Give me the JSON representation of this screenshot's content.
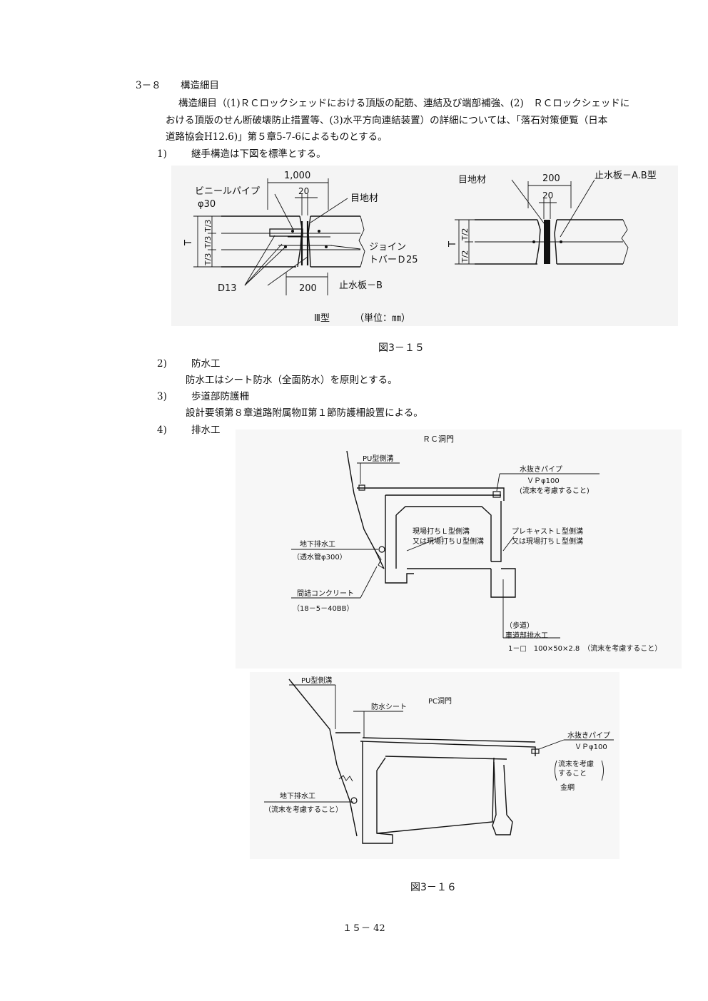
{
  "section": {
    "number": "3－８",
    "title": "構造細目",
    "intro": [
      "構造細目（(1)ＲＣロックシェッドにおける頂版の配筋、連結及び端部補強、(2)　ＲＣロックシェッドに",
      "おける頂版のせん断破壊防止措置等、(3)水平方向連結装置）の詳細については、「落石対策便覧（日本",
      "道路協会H12.6)」第５章5-7-6によるものとする。"
    ]
  },
  "items": [
    {
      "num": "1)",
      "title": "継手構造は下図を標準とする。",
      "body": ""
    },
    {
      "num": "2)",
      "title": "防水工",
      "body": "防水工はシート防水（全面防水）を原則とする。"
    },
    {
      "num": "3)",
      "title": "歩道部防護柵",
      "body": "設計要領第８章道路附属物Ⅱ第１節防護柵設置による。"
    },
    {
      "num": "4)",
      "title": "排水工",
      "body": ""
    }
  ],
  "fig15": {
    "caption": "図3－１５",
    "left": {
      "dim_top": "1,000",
      "dim_20": "20",
      "pipe_label": "ビニールパイプ",
      "pipe_size": "φ30",
      "joint_label": "目地材",
      "t_label": "T",
      "third_labels": [
        "T/3",
        "T/3",
        "T/3"
      ],
      "bar_label_1": "ジョイン",
      "bar_label_2": "トバーＤ25",
      "d13_label": "D13",
      "dim_bottom": "200",
      "stop_plate": "止水板－B"
    },
    "right": {
      "joint_label": "目地材",
      "dim_200": "200",
      "dim_20": "20",
      "stop_plate": "止水板－A.B型",
      "t_label": "T",
      "half_labels": [
        "T/2",
        "T/2"
      ]
    },
    "type_label": "Ⅲ型",
    "unit_label": "（単位：㎜）"
  },
  "fig16": {
    "caption": "図3－１６",
    "rc": {
      "title": "ＲＣ洞門",
      "pu_ditch": "PU型側溝",
      "drain_pipe": "水抜きパイプ",
      "drain_pipe_size": "ＶＰφ100",
      "drain_pipe_note": "(流末を考慮すること)",
      "cast_l_1": "現場打ちＬ型側溝",
      "cast_l_2": "又は現場打ちＵ型側溝",
      "precast_l_1": "プレキャストＬ型側溝",
      "precast_l_2": "又は現場打ちＬ型側溝",
      "underground_1": "地下排水工",
      "underground_2": "（透水管φ300）",
      "concrete_1": "間詰コンクリート",
      "concrete_2": "（18－5－40BB）",
      "sidewalk_1": "（歩道）",
      "sidewalk_2": "車道部排水工",
      "sidewalk_3": "1－□　100×50×2.8　（流末を考慮すること）"
    },
    "pc": {
      "title": "PC洞門",
      "pu_ditch": "PU型側溝",
      "sheet": "防水シート",
      "drain_pipe": "水抜きパイプ",
      "drain_pipe_size": "ＶＰφ100",
      "note_1": "流末を考慮",
      "note_2": "すること",
      "mesh": "金網",
      "underground_1": "地下排水工",
      "underground_2": "（流末を考慮すること）"
    }
  },
  "page_number": "１５－ 42"
}
